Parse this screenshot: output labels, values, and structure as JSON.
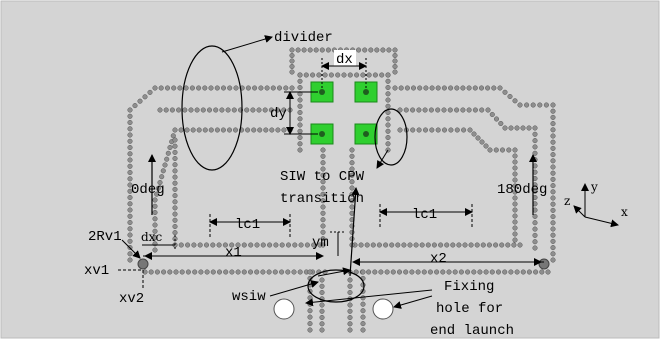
{
  "colors": {
    "background": "#d4d4d4",
    "via": "#8e8e8e",
    "via_stroke": "#555555",
    "pad": "#2fcf2f",
    "pad_center": "#1f5f1f",
    "line": "#000000",
    "hole": "#ffffff"
  },
  "labels": {
    "divider": "divider",
    "dx": "dx",
    "dy": "dy",
    "transition_line1": "SIW to CPW",
    "transition_line2": "transition",
    "deg0": "0deg",
    "deg180": "180deg",
    "lc1_left": "lc1",
    "lc1_right": "lc1",
    "two_rv1": "2Rv1",
    "dxc": "dxc",
    "x1": "x1",
    "x2": "x2",
    "ym": "ym",
    "xv1": "xv1",
    "xv2": "xv2",
    "wsiw": "wsiw",
    "fixing_line1": "Fixing",
    "fixing_line2": "hole for",
    "fixing_line3": "end launch"
  },
  "axes": {
    "x": "x",
    "y": "y",
    "z": "z"
  },
  "icons": [
    "axis-triad-icon",
    "arrow-icon"
  ]
}
